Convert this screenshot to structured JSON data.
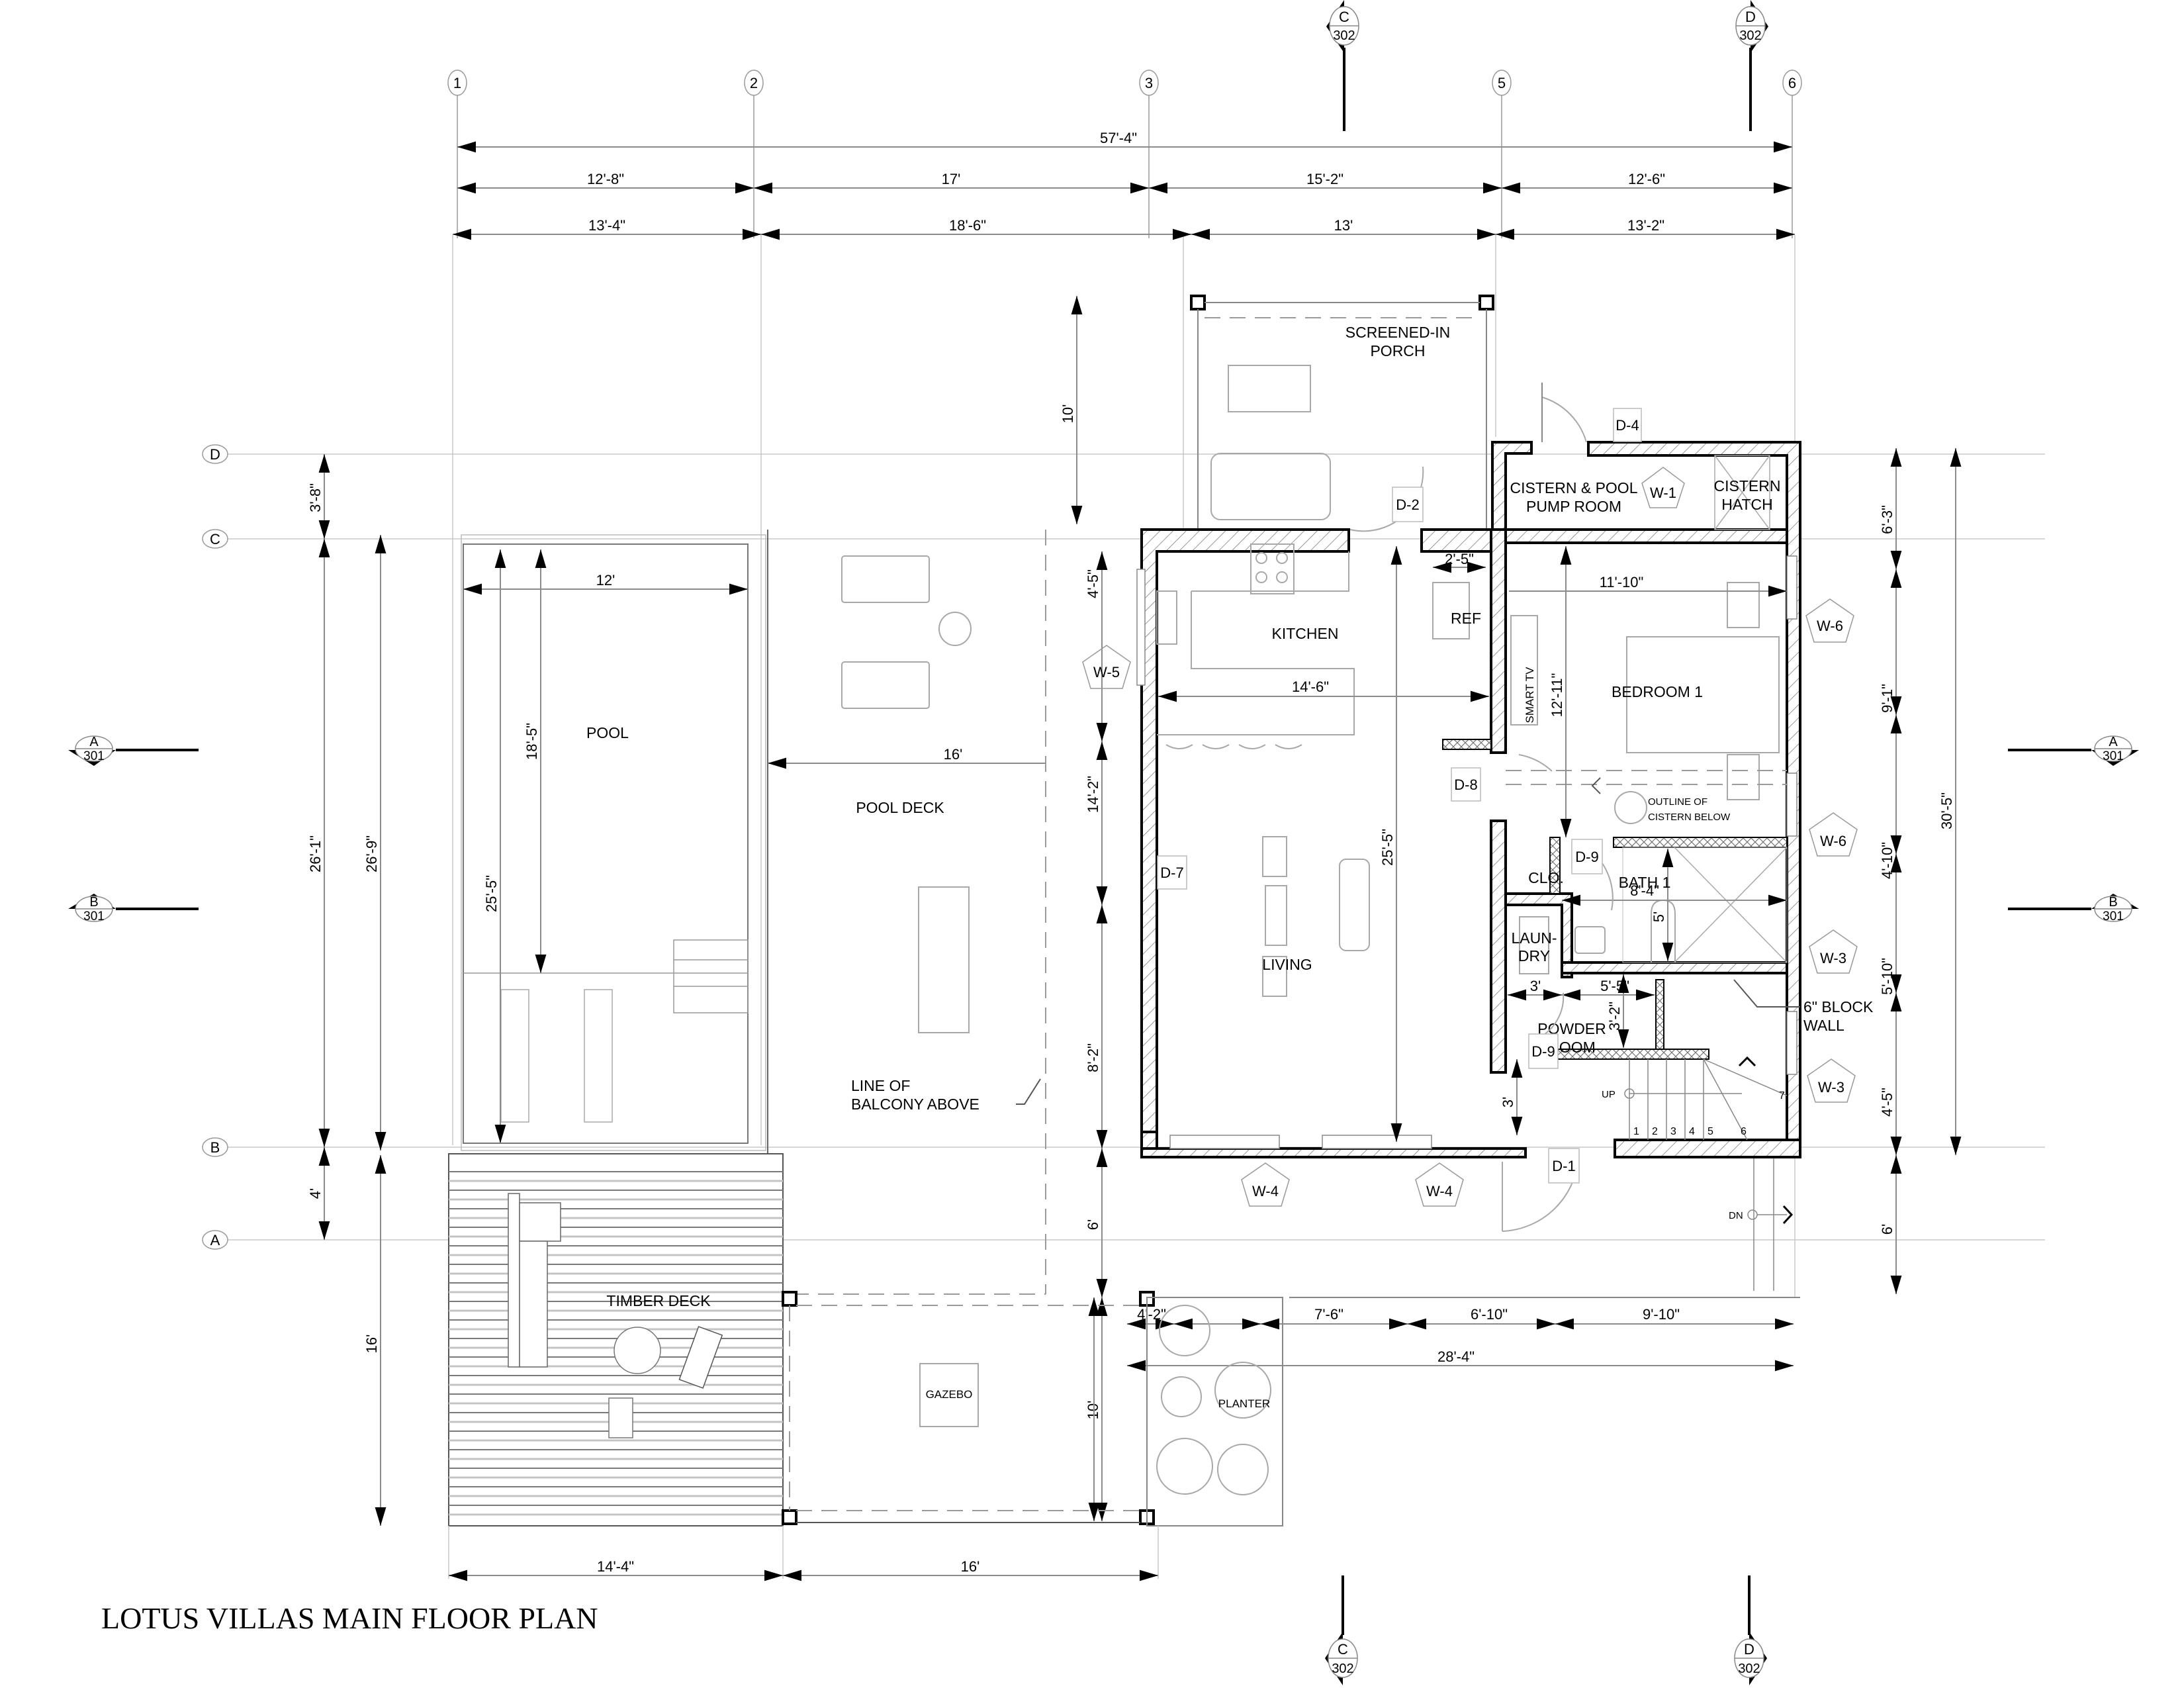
{
  "title": "LOTUS VILLAS MAIN FLOOR PLAN",
  "grid_columns": [
    "1",
    "2",
    "3",
    "5",
    "6"
  ],
  "grid_rows": [
    "D",
    "C",
    "B",
    "A"
  ],
  "section_markers": {
    "top": [
      {
        "letter": "C",
        "sheet": "302"
      },
      {
        "letter": "D",
        "sheet": "302"
      }
    ],
    "bottom": [
      {
        "letter": "C",
        "sheet": "302"
      },
      {
        "letter": "D",
        "sheet": "302"
      }
    ],
    "left": [
      {
        "letter": "A",
        "sheet": "301"
      },
      {
        "letter": "B",
        "sheet": "301"
      }
    ],
    "right": [
      {
        "letter": "A",
        "sheet": "301"
      },
      {
        "letter": "B",
        "sheet": "301"
      }
    ]
  },
  "dimensions": {
    "top_overall": "57'-4\"",
    "top_row1": [
      "12'-8\"",
      "17'",
      "15'-2\"",
      "12'-6\""
    ],
    "top_row2": [
      "13'-4\"",
      "18'-6\"",
      "13'",
      "13'-2\""
    ],
    "left_grid": [
      "3'-8\"",
      "26'-1\"",
      "4'"
    ],
    "left_overall": "26'-9\"",
    "left_deck": "16'",
    "right_col": [
      "6'-3\"",
      "9'-1\"",
      "4'-10\"",
      "5'-10\"",
      "4'-5\"",
      "6'"
    ],
    "right_overall": "30'-5\"",
    "porch_height": "10'",
    "west_wall": [
      "4'-5\"",
      "14'-2\"",
      "8'-2\"",
      "6'",
      "10'"
    ],
    "pool_width": "12'",
    "pool_inner": "18'-5\"",
    "pool_overall": "25'-5\"",
    "pool_deck_width": "16'",
    "kitchen_width": "14'-6\"",
    "ref_width": "2'-5\"",
    "living_depth": "25'-5\"",
    "bedroom_width": "11'-10\"",
    "bedroom_depth": "12'-11\"",
    "bath_width": "8'-4\"",
    "bath_depth": "5'",
    "powder_w1": "3'",
    "powder_w2": "5'-5\"",
    "powder_depth": "3'-2\"",
    "entry_depth": "3'",
    "south_segments": [
      "4'-2\"",
      "7'-6\"",
      "6'-10\"",
      "9'-10\""
    ],
    "south_overall": "28'-4\"",
    "bottom_row": [
      "14'-4\"",
      "16'"
    ]
  },
  "rooms": {
    "porch": [
      "SCREENED-IN",
      "PORCH"
    ],
    "pump_room": [
      "CISTERN & POOL",
      "PUMP ROOM"
    ],
    "hatch": [
      "CISTERN",
      "HATCH"
    ],
    "kitchen": "KITCHEN",
    "ref": "REF",
    "smart_tv": "SMART TV",
    "bedroom": "BEDROOM 1",
    "pool": "POOL",
    "pool_deck": "POOL DECK",
    "living": "LIVING",
    "clo": "CLO.",
    "bath": "BATH 1",
    "laundry": [
      "LAUN-",
      "DRY"
    ],
    "powder": [
      "POWDER",
      "ROOM"
    ],
    "timber_deck": "TIMBER DECK",
    "gazebo": "GAZEBO",
    "planter": "PLANTER"
  },
  "notes": {
    "cistern": [
      "OUTLINE OF",
      "CISTERN BELOW"
    ],
    "balcony": [
      "LINE OF",
      "BALCONY ABOVE"
    ],
    "block_wall": [
      "6\" BLOCK",
      "WALL"
    ],
    "up": "UP",
    "dn": "DN",
    "stair_numbers": [
      "1",
      "2",
      "3",
      "4",
      "5",
      "6",
      "7"
    ]
  },
  "door_tags": [
    "D-4",
    "D-2",
    "D-8",
    "D-9",
    "D-7",
    "D-9",
    "D-1"
  ],
  "window_tags": [
    "W-1",
    "W-5",
    "W-6",
    "W-6",
    "W-3",
    "W-3",
    "W-4",
    "W-4"
  ]
}
